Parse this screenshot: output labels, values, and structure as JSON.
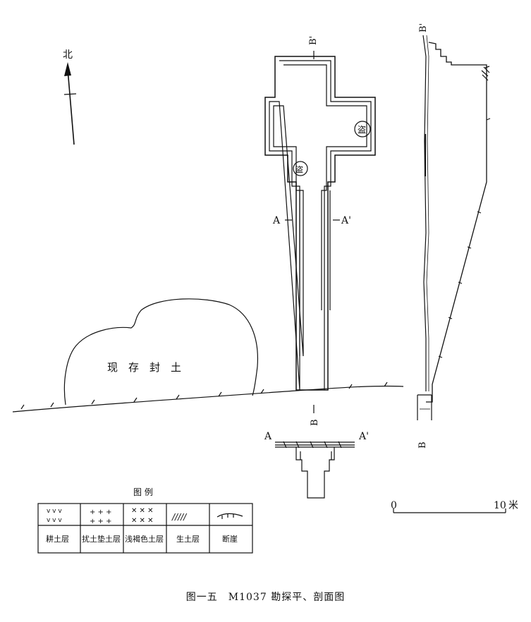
{
  "north": {
    "label": "北"
  },
  "mound": {
    "label": "现　存　封　土"
  },
  "plan": {
    "section_a_left": "A",
    "section_a_right": "A'",
    "section_b_top": "B'",
    "section_b_bottom": "B",
    "robbery_hole_label": "盗"
  },
  "cross_section_a": {
    "left_label": "A",
    "right_label": "A'"
  },
  "profile_b": {
    "top_label": "B'",
    "bottom_label": "B"
  },
  "scale": {
    "start": "0",
    "end": "10",
    "unit": "米"
  },
  "legend": {
    "title": "图 例",
    "items": [
      {
        "pattern": "v v v",
        "label": "耕土层"
      },
      {
        "pattern": "+ + +",
        "label": "扰土垫土层"
      },
      {
        "pattern": "✕ ✕ ✕",
        "label": "浅褐色土层"
      },
      {
        "pattern": "/////",
        "label": "生土层"
      },
      {
        "pattern": "fault",
        "label": "断崖"
      }
    ]
  },
  "caption": "图一五　M1037 勘探平、剖面图"
}
